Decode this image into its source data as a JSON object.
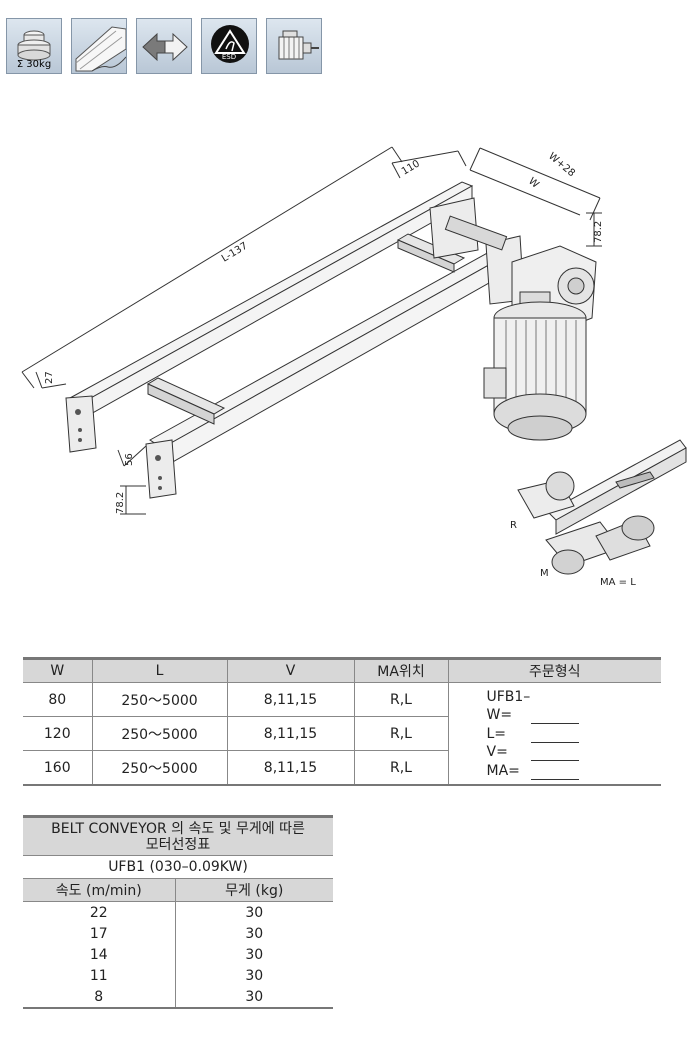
{
  "icons": [
    {
      "name": "weight-icon",
      "caption": "Σ 30kg"
    },
    {
      "name": "belt-icon"
    },
    {
      "name": "bidirectional-arrow-icon"
    },
    {
      "name": "esd-icon",
      "caption": "ESD"
    },
    {
      "name": "motor-icon"
    }
  ],
  "drawing": {
    "dims": {
      "l": "L-137",
      "d110": "110",
      "wp28": "W+28",
      "w": "W",
      "h782a": "78.2",
      "d27": "27",
      "d56": "56",
      "h782b": "78.2"
    },
    "detail": {
      "r": "R",
      "m": "M",
      "ma": "MA = L"
    }
  },
  "spec_table": {
    "headers": [
      "W",
      "L",
      "V",
      "MA위치",
      "주문형식"
    ],
    "rows": [
      {
        "w": "80",
        "l": "250～5000",
        "v": "8,11,15",
        "ma": "R,L"
      },
      {
        "w": "120",
        "l": "250～5000",
        "v": "8,11,15",
        "ma": "R,L"
      },
      {
        "w": "160",
        "l": "250～5000",
        "v": "8,11,15",
        "ma": "R,L"
      }
    ],
    "order_form": {
      "code": "UFB1–",
      "fields": [
        "W=",
        "L=",
        "V=",
        "MA="
      ]
    }
  },
  "motor_table": {
    "title_line1": "BELT CONVEYOR 의 속도 및 무게에 따른",
    "title_line2": "모터선정표",
    "model": "UFB1 (030–0.09KW)",
    "headers": [
      "속도 (m/min)",
      "무게 (kg)"
    ],
    "rows": [
      {
        "speed": "22",
        "weight": "30"
      },
      {
        "speed": "17",
        "weight": "30"
      },
      {
        "speed": "14",
        "weight": "30"
      },
      {
        "speed": "11",
        "weight": "30"
      },
      {
        "speed": "8",
        "weight": "30"
      }
    ]
  }
}
